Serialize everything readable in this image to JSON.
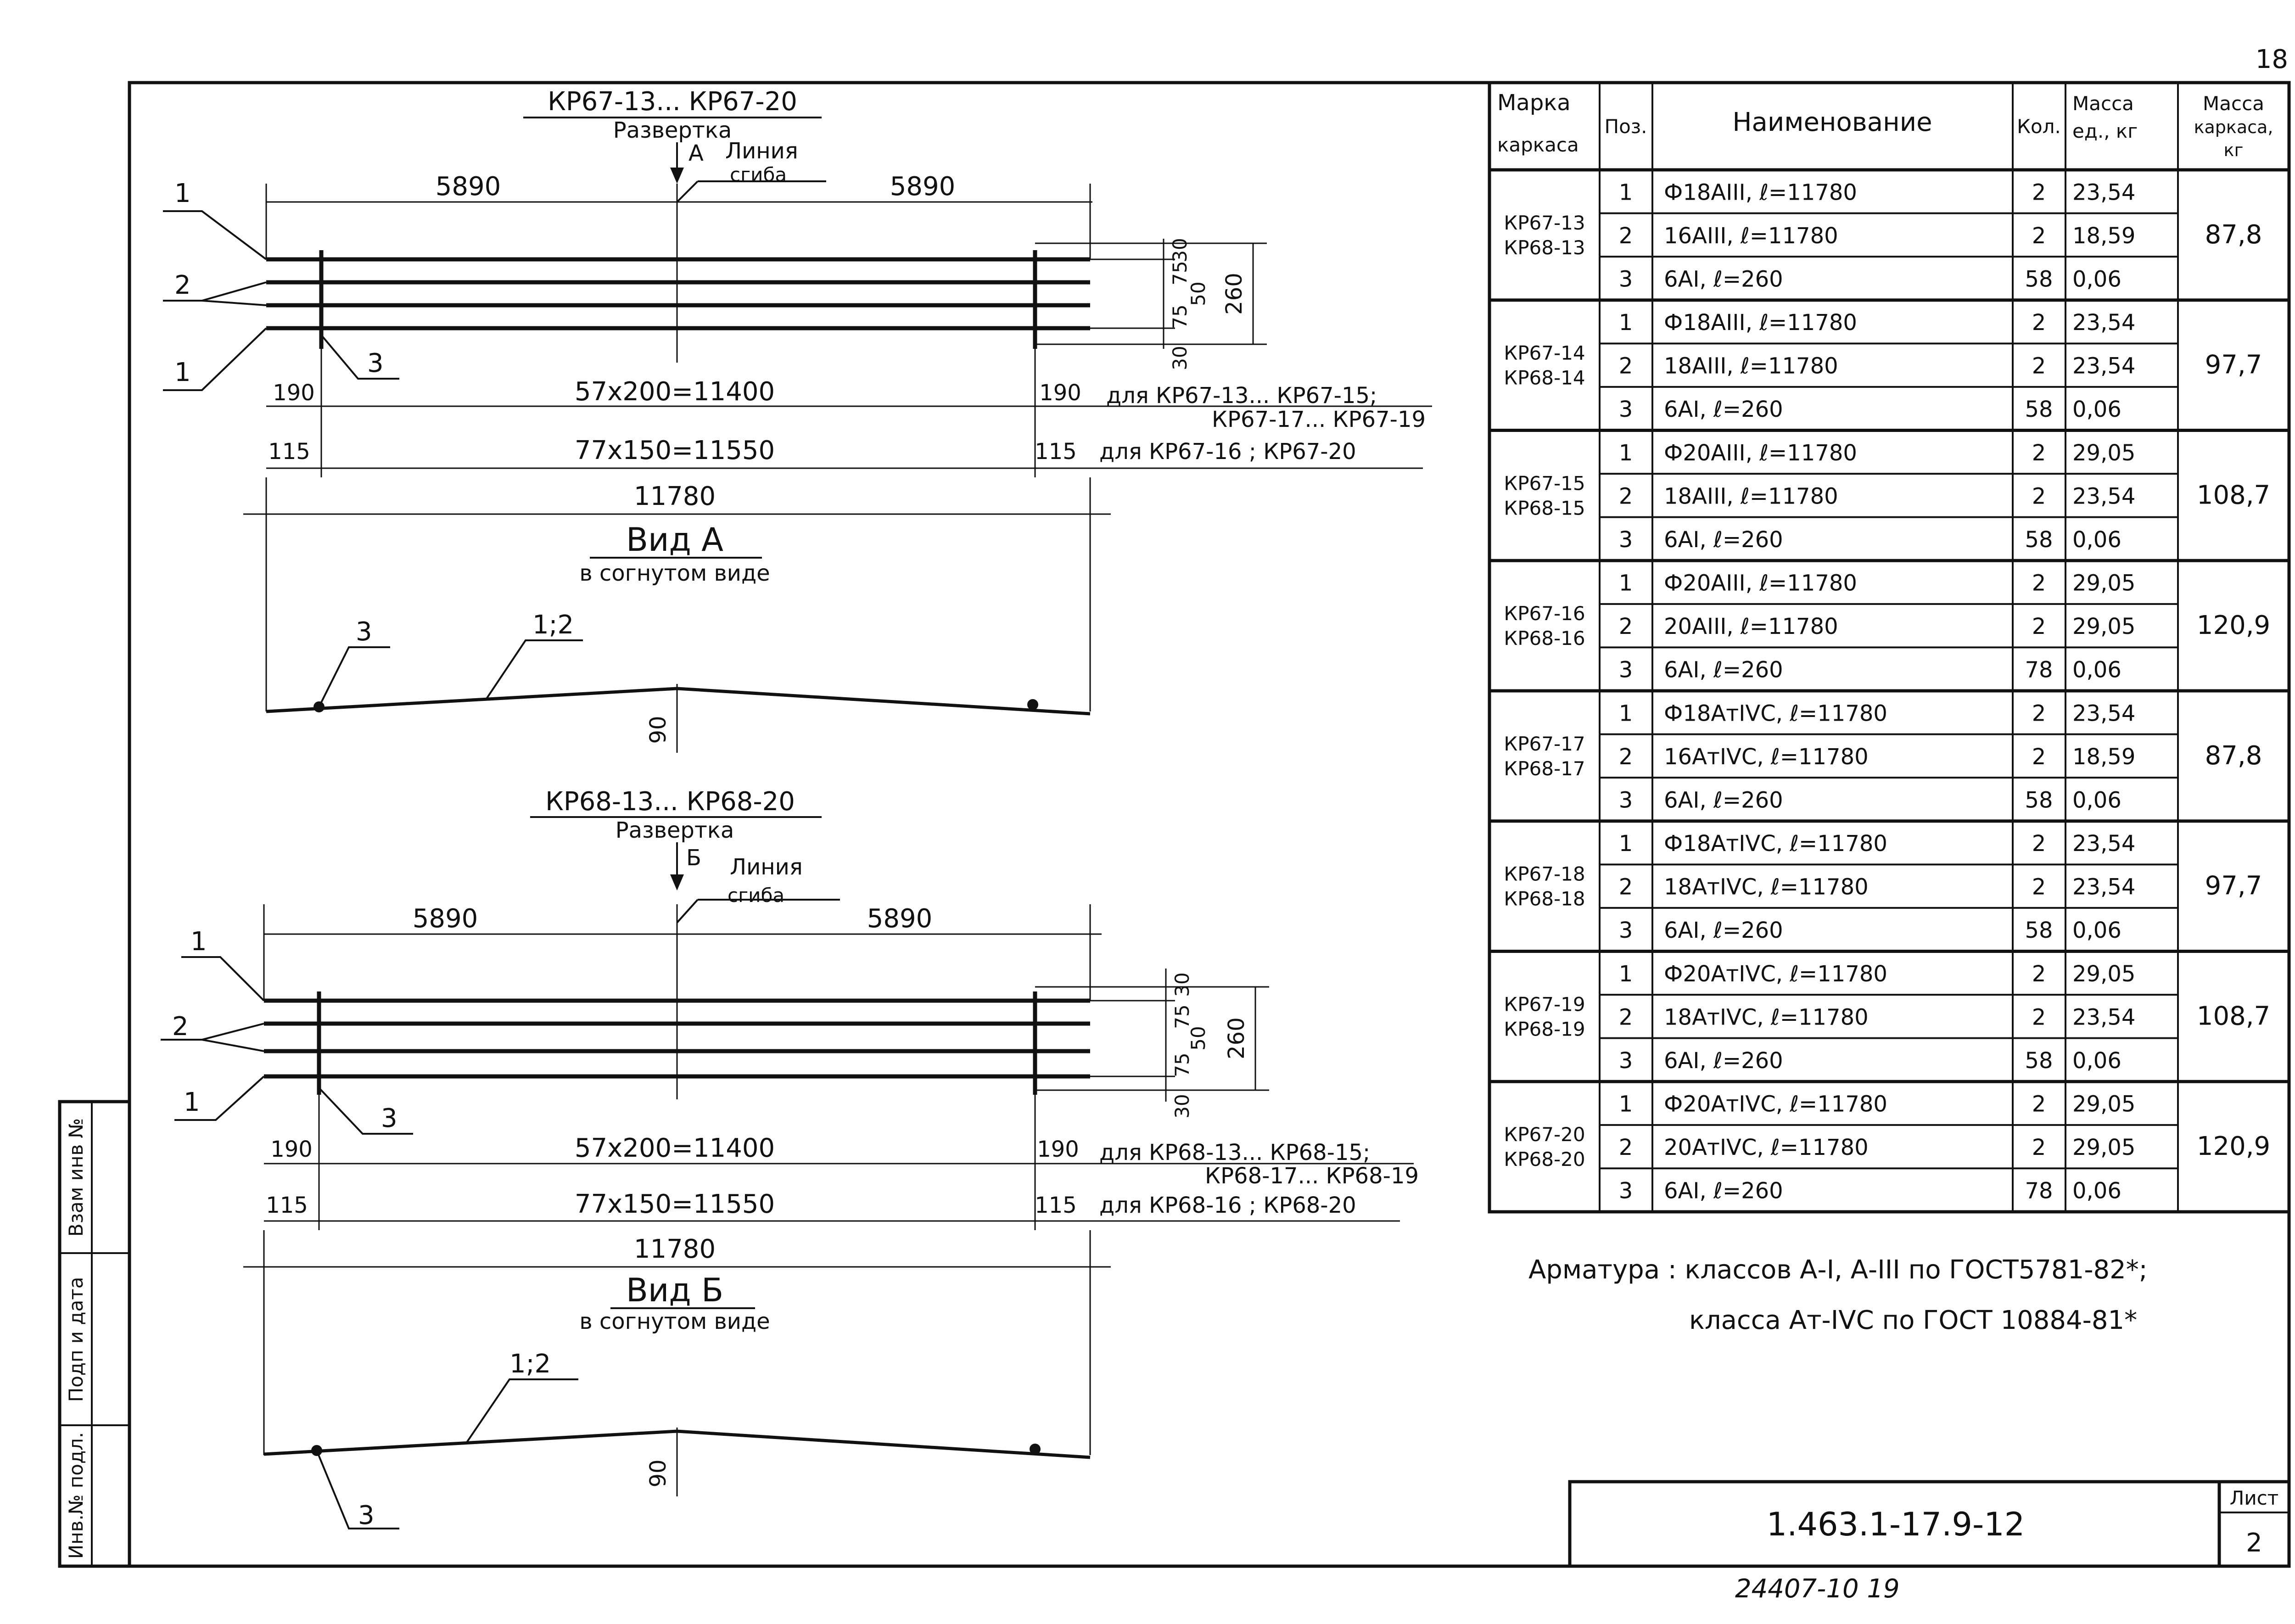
{
  "sheet_number_top": "18",
  "drawing1": {
    "title": "КР67-13... КР67-20",
    "subtitle": "Развертка",
    "arrow_letter": "А",
    "bend_label_1": "Линия",
    "bend_label_2": "сгиба",
    "half_length_left": "5890",
    "half_length_right": "5890",
    "pos1_top": "1",
    "pos2": "2",
    "pos1_bottom": "1",
    "pos3": "3",
    "dim_30_top": "30",
    "dim_75_top": "75",
    "dim_50": "50",
    "dim_75_bot": "75",
    "dim_30_bot": "30",
    "dim_260": "260",
    "end_190_left": "190",
    "spacing_1": "57x200=11400",
    "end_190_right": "190",
    "note_1a": "для КР67-13... КР67-15;",
    "note_1b": "КР67-17... КР67-19",
    "end_115_left": "115",
    "spacing_2": "77x150=11550",
    "end_115_right": "115",
    "note_2": "для КР67-16 ; КР67-20",
    "total_length": "11780",
    "view_title": "Вид А",
    "view_subtitle": "в согнутом виде",
    "view_pos3": "3",
    "view_pos12": "1;2",
    "dim_90": "90"
  },
  "drawing2": {
    "title": "КР68-13... КР68-20",
    "subtitle": "Развертка",
    "arrow_letter": "Б",
    "bend_label_1": "Линия",
    "bend_label_2": "сгиба",
    "half_length_left": "5890",
    "half_length_right": "5890",
    "pos1_top": "1",
    "pos2": "2",
    "pos1_bottom": "1",
    "pos3": "3",
    "dim_30_top": "30",
    "dim_75_top": "75",
    "dim_50": "50",
    "dim_75_bot": "75",
    "dim_30_bot": "30",
    "dim_260": "260",
    "end_190_left": "190",
    "spacing_1": "57x200=11400",
    "end_190_right": "190",
    "note_1a": "для КР68-13... КР68-15;",
    "note_1b": "КР68-17... КР68-19",
    "end_115_left": "115",
    "spacing_2": "77x150=11550",
    "end_115_right": "115",
    "note_2": "для КР68-16 ; КР68-20",
    "total_length": "11780",
    "view_title": "Вид Б",
    "view_subtitle": "в согнутом виде",
    "view_pos12": "1;2",
    "view_pos3": "3",
    "dim_90": "90"
  },
  "spec_table": {
    "headers": {
      "mark_1": "Марка",
      "mark_2": "каркаса",
      "pos": "Поз.",
      "name": "Наименование",
      "qty": "Кол.",
      "mass_unit_1": "Масса",
      "mass_unit_2": "ед., кг",
      "mass_frame_1": "Масса",
      "mass_frame_2": "каркаса,",
      "mass_frame_3": "кг"
    },
    "groups": [
      {
        "mark_a": "КР67-13",
        "mark_b": "КР68-13",
        "total": "87,8",
        "rows": [
          {
            "pos": "1",
            "name": "Ф18АIII, ℓ=11780",
            "qty": "2",
            "mass": "23,54"
          },
          {
            "pos": "2",
            "name": "16АIII, ℓ=11780",
            "qty": "2",
            "mass": "18,59"
          },
          {
            "pos": "3",
            "name": "6АI, ℓ=260",
            "qty": "58",
            "mass": "0,06"
          }
        ]
      },
      {
        "mark_a": "КР67-14",
        "mark_b": "КР68-14",
        "total": "97,7",
        "rows": [
          {
            "pos": "1",
            "name": "Ф18АIII, ℓ=11780",
            "qty": "2",
            "mass": "23,54"
          },
          {
            "pos": "2",
            "name": "18АIII, ℓ=11780",
            "qty": "2",
            "mass": "23,54"
          },
          {
            "pos": "3",
            "name": "6АI, ℓ=260",
            "qty": "58",
            "mass": "0,06"
          }
        ]
      },
      {
        "mark_a": "КР67-15",
        "mark_b": "КР68-15",
        "total": "108,7",
        "rows": [
          {
            "pos": "1",
            "name": "Ф20АIII, ℓ=11780",
            "qty": "2",
            "mass": "29,05"
          },
          {
            "pos": "2",
            "name": "18АIII, ℓ=11780",
            "qty": "2",
            "mass": "23,54"
          },
          {
            "pos": "3",
            "name": "6АI, ℓ=260",
            "qty": "58",
            "mass": "0,06"
          }
        ]
      },
      {
        "mark_a": "КР67-16",
        "mark_b": "КР68-16",
        "total": "120,9",
        "rows": [
          {
            "pos": "1",
            "name": "Ф20АIII, ℓ=11780",
            "qty": "2",
            "mass": "29,05"
          },
          {
            "pos": "2",
            "name": "20АIII, ℓ=11780",
            "qty": "2",
            "mass": "29,05"
          },
          {
            "pos": "3",
            "name": "6АI, ℓ=260",
            "qty": "78",
            "mass": "0,06"
          }
        ]
      },
      {
        "mark_a": "КР67-17",
        "mark_b": "КР68-17",
        "total": "87,8",
        "rows": [
          {
            "pos": "1",
            "name": "Ф18АтIVС, ℓ=11780",
            "qty": "2",
            "mass": "23,54"
          },
          {
            "pos": "2",
            "name": "16АтIVС, ℓ=11780",
            "qty": "2",
            "mass": "18,59"
          },
          {
            "pos": "3",
            "name": "6АI, ℓ=260",
            "qty": "58",
            "mass": "0,06"
          }
        ]
      },
      {
        "mark_a": "КР67-18",
        "mark_b": "КР68-18",
        "total": "97,7",
        "rows": [
          {
            "pos": "1",
            "name": "Ф18АтIVС, ℓ=11780",
            "qty": "2",
            "mass": "23,54"
          },
          {
            "pos": "2",
            "name": "18АтIVС, ℓ=11780",
            "qty": "2",
            "mass": "23,54"
          },
          {
            "pos": "3",
            "name": "6АI, ℓ=260",
            "qty": "58",
            "mass": "0,06"
          }
        ]
      },
      {
        "mark_a": "КР67-19",
        "mark_b": "КР68-19",
        "total": "108,7",
        "rows": [
          {
            "pos": "1",
            "name": "Ф20АтIVС, ℓ=11780",
            "qty": "2",
            "mass": "29,05"
          },
          {
            "pos": "2",
            "name": "18АтIVС, ℓ=11780",
            "qty": "2",
            "mass": "23,54"
          },
          {
            "pos": "3",
            "name": "6АI, ℓ=260",
            "qty": "58",
            "mass": "0,06"
          }
        ]
      },
      {
        "mark_a": "КР67-20",
        "mark_b": "КР68-20",
        "total": "120,9",
        "rows": [
          {
            "pos": "1",
            "name": "Ф20АтIVС, ℓ=11780",
            "qty": "2",
            "mass": "29,05"
          },
          {
            "pos": "2",
            "name": "20АтIVС, ℓ=11780",
            "qty": "2",
            "mass": "29,05"
          },
          {
            "pos": "3",
            "name": "6АI, ℓ=260",
            "qty": "78",
            "mass": "0,06"
          }
        ]
      }
    ]
  },
  "notes": {
    "line_1": "Арматура : классов А-I, А-III по ГОСТ5781-82*;",
    "line_2": "класса Ат-IVС по ГОСТ 10884-81*"
  },
  "side_stamp": {
    "inv_orig": "Инв.№ подл.",
    "sign_date": "Подп и дата",
    "replace_inv": "Взам инв №"
  },
  "title_block": {
    "doc_code": "1.463.1-17.9-12",
    "sheet_label": "Лист",
    "sheet_value": "2"
  },
  "footer_code": "24407-10   19"
}
